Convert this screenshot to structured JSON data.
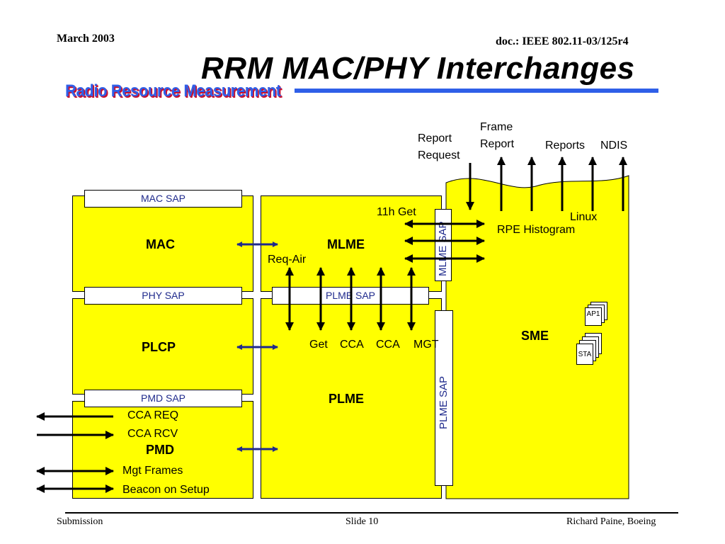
{
  "header": {
    "date": "March 2003",
    "doc_id": "doc.: IEEE 802.11-03/125r4"
  },
  "title": "RRM MAC/PHY Interchanges",
  "logo_text": "Radio Resource Measurement",
  "blocks": {
    "mac": "MAC",
    "mlme": "MLME",
    "plcp": "PLCP",
    "plme": "PLME",
    "pmd": "PMD",
    "sme": "SME"
  },
  "saps": {
    "mac_sap": "MAC SAP",
    "phy_sap": "PHY SAP",
    "pmd_sap": "PMD SAP",
    "plme_sap_h": "PLME SAP",
    "mlme_sap_v": "MLME SAP",
    "plme_sap_v": "PLME SAP"
  },
  "labels": {
    "report_request": "Report\nRequest",
    "frame_report": "Frame\nReport",
    "reports": "Reports",
    "ndis": "NDIS",
    "linux": "Linux",
    "rpe_histogram": "RPE Histogram",
    "get_11h": "11h Get",
    "req_air": "Req-Air",
    "get": "Get",
    "cca1": "CCA",
    "cca2": "CCA",
    "mgt": "MGT",
    "cca_req": "CCA REQ",
    "cca_rcv": "CCA RCV",
    "mgt_frames": "Mgt Frames",
    "beacon_setup": "Beacon on Setup",
    "ap1": "AP1",
    "sta": "STA"
  },
  "footer": {
    "left": "Submission",
    "center": "Slide 10",
    "right": "Richard Paine, Boeing"
  },
  "colors": {
    "block_fill": "#ffff00",
    "accent_blue": "#2f5fe8",
    "arrow_blue": "#1f2a8c",
    "logo_red": "#c8102e"
  }
}
